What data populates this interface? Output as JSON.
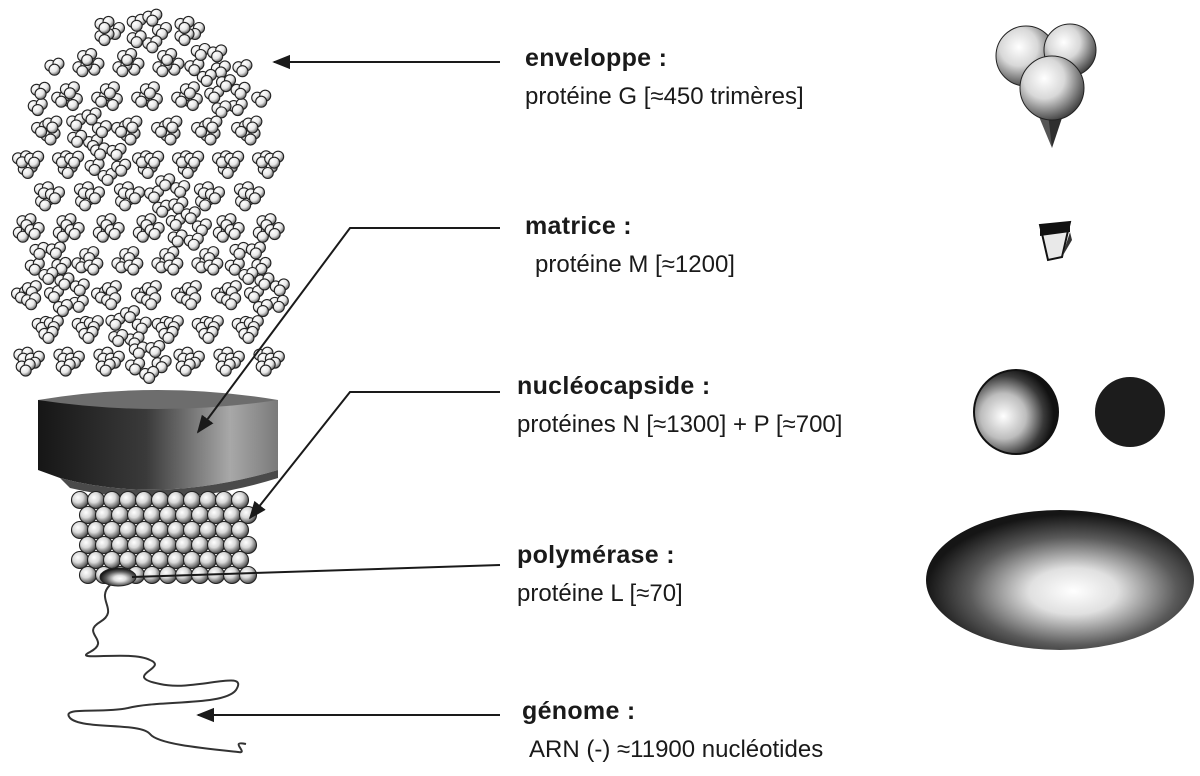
{
  "components": [
    {
      "id": "enveloppe",
      "title": "enveloppe :",
      "description": "protéine G  [≈450 trimères]"
    },
    {
      "id": "matrice",
      "title": "matrice :",
      "description": "protéine M  [≈1200]"
    },
    {
      "id": "nucleocapside",
      "title": "nucléocapside :",
      "description": "protéines N [≈1300] + P [≈700]"
    },
    {
      "id": "polymerase",
      "title": "polymérase :",
      "description": "protéine L [≈70]"
    },
    {
      "id": "genome",
      "title": "génome :",
      "description": "ARN (-)  ≈11900 nucléotides"
    }
  ],
  "colors": {
    "ink": "#1a1a1a",
    "sphere_light": "#ffffff",
    "sphere_dark": "#2b2b2b",
    "band_dark": "#1f1f1f",
    "band_light": "#9a9a9a"
  }
}
